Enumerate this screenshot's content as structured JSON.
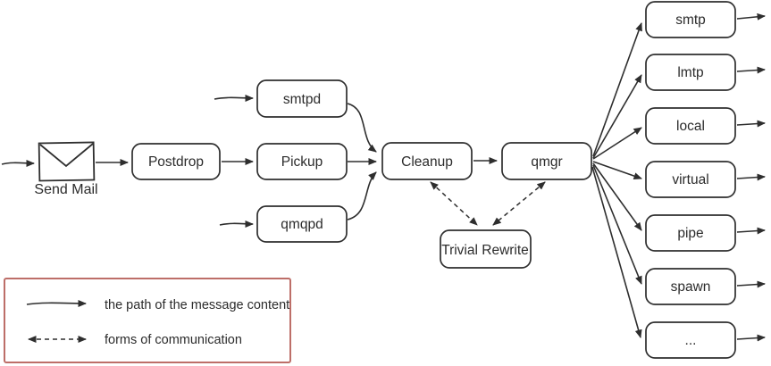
{
  "diagram": {
    "nodes": {
      "send_mail": "Send Mail",
      "postdrop": "Postdrop",
      "smtpd": "smtpd",
      "pickup": "Pickup",
      "qmqpd": "qmqpd",
      "cleanup": "Cleanup",
      "qmgr": "qmgr",
      "trivial_rewrite": "Trivial Rewrite"
    },
    "outputs": [
      "smtp",
      "lmtp",
      "local",
      "virtual",
      "pipe",
      "spawn",
      "..."
    ],
    "legend": {
      "path_label": "the path of the message content",
      "comm_label": "forms of communication"
    },
    "icons": {
      "envelope": "envelope-icon",
      "solid_arrow": "solid-arrow-icon",
      "dashed_arrow": "dashed-arrow-icon"
    },
    "colors": {
      "stroke": "#2e2e2e",
      "legend_border": "#bd6e68",
      "background": "#ffffff"
    }
  }
}
